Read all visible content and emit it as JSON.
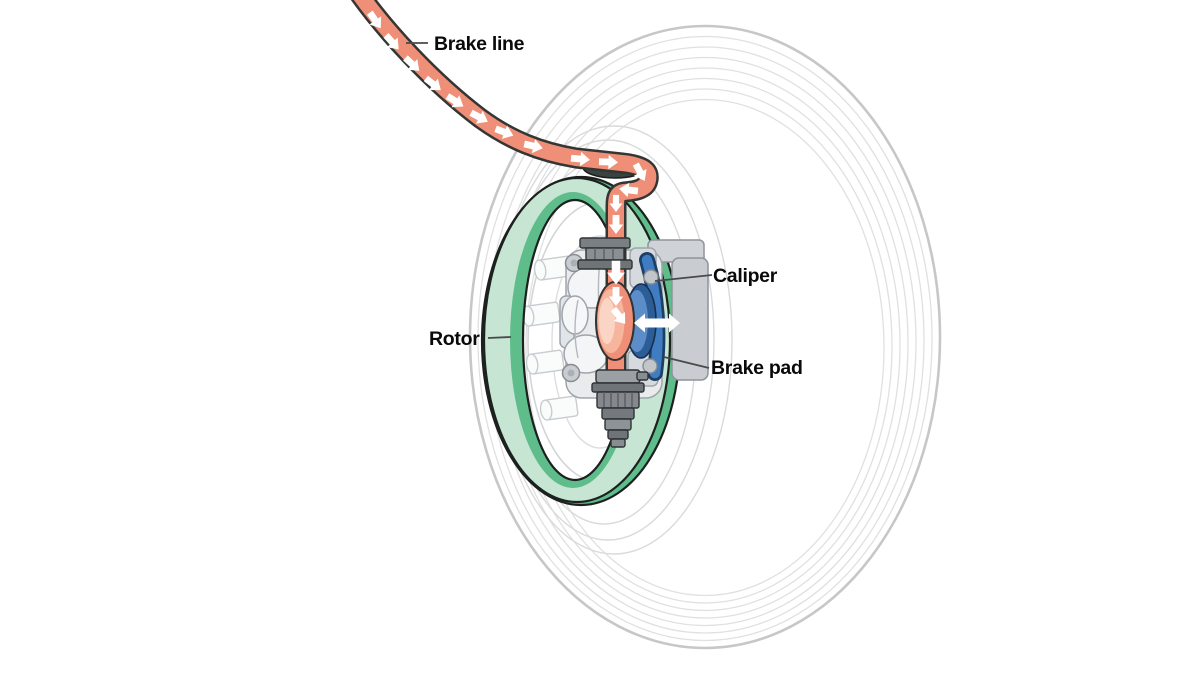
{
  "figure": {
    "type": "disc-brake-assembly-diagram",
    "background": "#FFFFFF",
    "labels": {
      "brake_line": "Brake line",
      "rotor": "Rotor",
      "caliper": "Caliper",
      "brake_pad": "Brake pad"
    },
    "colors": {
      "brake_line": "#EF8F77",
      "brake_line_light": "#F6B69D",
      "brake_line_core": "#FAD4C4",
      "rotor_face": "#C7E5D3",
      "rotor_edge": "#5FBD8C",
      "brake_pad": "#3F7CC2",
      "brake_pad_edge": "#1D3F66",
      "piston": "#5D8DC9",
      "piston_rim": "#2C5D97",
      "caliper_body": "#C9CDD2",
      "machinery_light": "#E9EBED",
      "metal_dark": "#74797E",
      "outline": "#1C201E",
      "ghost_line": "#DCDCDC",
      "flow_arrow": "#FFFFFF",
      "label_text": "#0A0A0A",
      "leader_line": "#4A4A4A"
    }
  }
}
